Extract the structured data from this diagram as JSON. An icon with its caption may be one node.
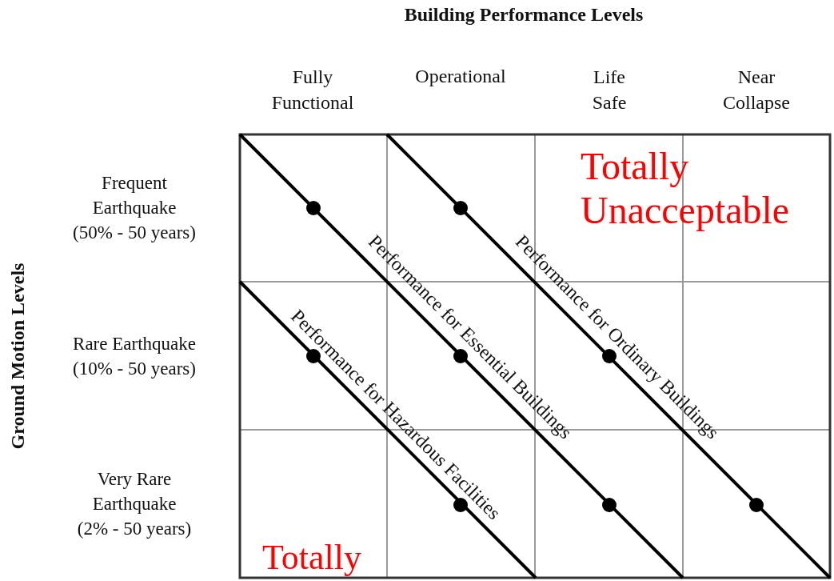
{
  "diagram": {
    "labels": [
      "Building Performance Levels",
      "Fully Functional",
      "Operational",
      "Life Safe",
      "Near Collapse",
      "Ground Motion Levels",
      "Frequent Earthquake (50% - 50 years)",
      "Rare Earthquake (10% - 50 years)",
      "Very Rare Earthquake (2% - 50 years)",
      "Totally Unacceptable",
      "Performance for Hazardous Facilities",
      "Performance for Essential Buildings",
      "Performance for Ordinary Buildings",
      "Totally"
    ]
  }
}
